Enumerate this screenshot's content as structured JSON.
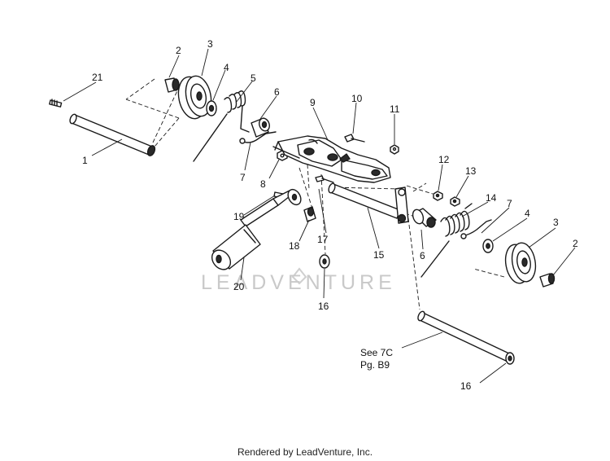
{
  "part_labels": {
    "p1": "1",
    "p2a": "2",
    "p2b": "2",
    "p3a": "3",
    "p3b": "3",
    "p4a": "4",
    "p4b": "4",
    "p5": "5",
    "p6a": "6",
    "p6b": "6",
    "p7a": "7",
    "p7b": "7",
    "p8": "8",
    "p9": "9",
    "p10": "10",
    "p11": "11",
    "p12": "12",
    "p13": "13",
    "p14": "14",
    "p15": "15",
    "p16a": "16",
    "p16b": "16",
    "p17": "17",
    "p18": "18",
    "p19": "19",
    "p20": "20",
    "p21": "21"
  },
  "reference_note": {
    "line1": "See 7C",
    "line2": "Pg. B9"
  },
  "watermark": "LEADVENTURE",
  "footer": "Rendered by LeadVenture, Inc."
}
